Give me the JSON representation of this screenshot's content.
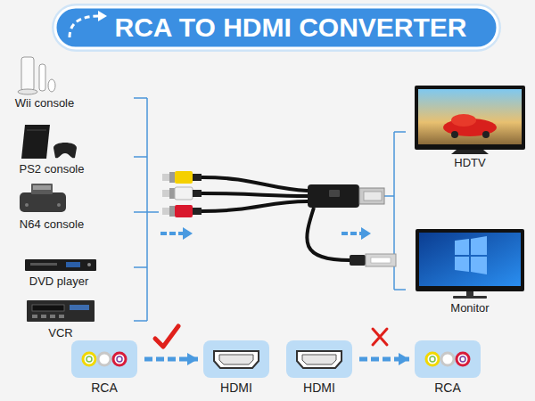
{
  "diagram": {
    "title": "RCA TO HDMI CONVERTER",
    "nodes": [
      {
        "text": [
          "RCA"
        ]
      },
      {
        "text": [
          "HDMI"
        ]
      },
      {
        "text": [
          "HDMI"
        ]
      },
      {
        "text": [
          "RCA"
        ]
      }
    ],
    "edges": [
      {
        "from": 0,
        "to": 1,
        "arrow": "to"
      },
      {
        "from": 2,
        "to": 3,
        "arrow": "to"
      }
    ],
    "labels": [
      "Wii console",
      "PS2 console",
      "N64 console",
      "DVD player",
      "VCR",
      "HDTV",
      "Monitor"
    ]
  }
}
